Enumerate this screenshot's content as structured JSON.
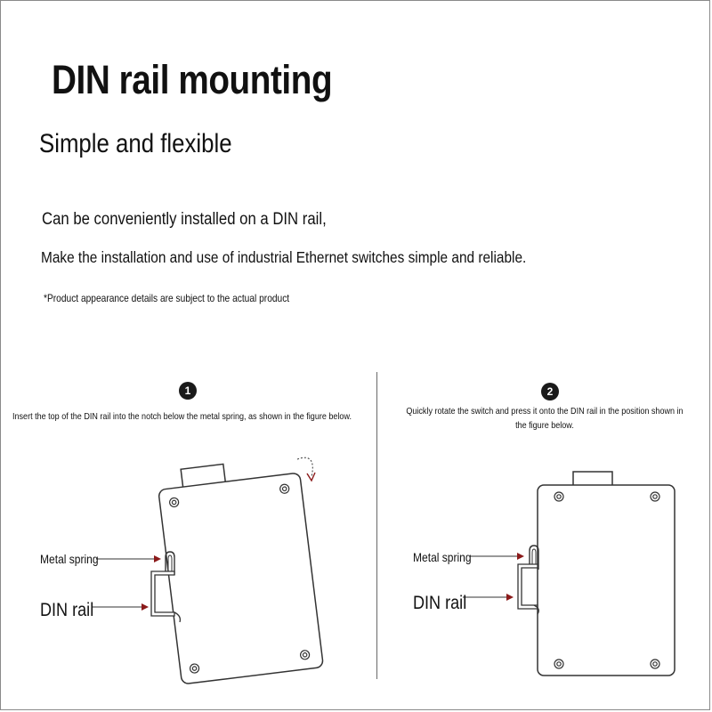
{
  "header": {
    "title": "DIN rail mounting",
    "subtitle": "Simple and flexible"
  },
  "description": {
    "line1": "Can be conveniently installed on a DIN rail,",
    "line2": "Make the installation and use of industrial Ethernet switches simple and reliable."
  },
  "note": "*Product appearance details are subject to the actual product",
  "steps": [
    {
      "number": "1",
      "text": "Insert the top of the DIN rail into the notch below the metal spring, as shown in the figure below.",
      "labels": {
        "metal_spring": "Metal spring",
        "din_rail": "DIN rail"
      }
    },
    {
      "number": "2",
      "text": "Quickly rotate the switch and press it onto the DIN rail in the position shown in the figure below.",
      "labels": {
        "metal_spring": "Metal spring",
        "din_rail": "DIN rail"
      }
    }
  ],
  "colors": {
    "badge": "#1a1a1a",
    "arrow": "#8b1a1a",
    "line": "#333333"
  }
}
